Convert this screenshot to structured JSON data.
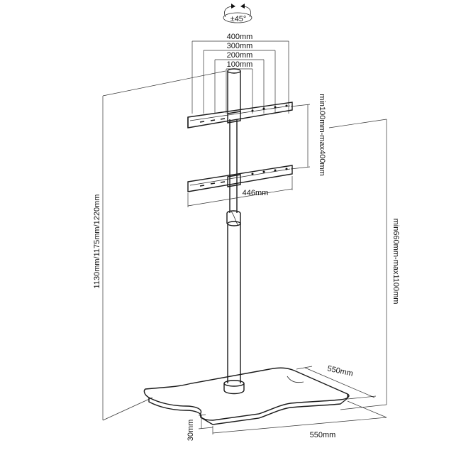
{
  "rotation": {
    "label": "±45°",
    "icon": "rotate-arrows-icon"
  },
  "vesa": {
    "w400": "400mm",
    "w300": "300mm",
    "w200": "200mm",
    "w100": "100mm"
  },
  "bracket_spacing": "min100mm-max400mm",
  "bracket_width": "446mm",
  "total_height": "1130mm/1175mm/1220mm",
  "mount_height": "min660mm-max1100mm",
  "base_depth": "550mm",
  "base_width": "550mm",
  "base_thickness": "30mm"
}
